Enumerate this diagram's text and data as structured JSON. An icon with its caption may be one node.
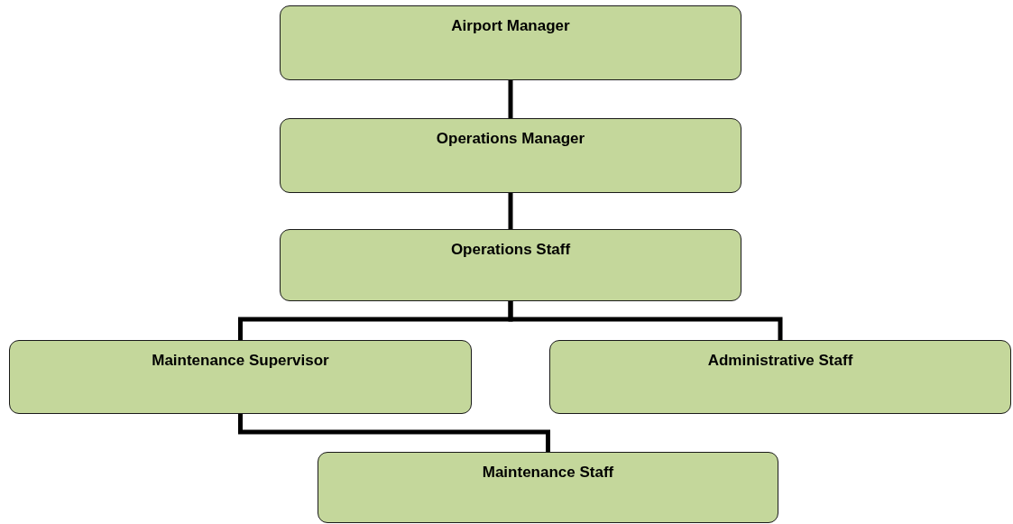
{
  "diagram": {
    "nodes": [
      {
        "text": [
          "Airport Manager"
        ]
      },
      {
        "text": [
          "Operations Manager"
        ]
      },
      {
        "text": [
          "Operations Staff"
        ]
      },
      {
        "text": [
          "Maintenance Supervisor"
        ]
      },
      {
        "text": [
          "Administrative Staff"
        ]
      },
      {
        "text": [
          "Maintenance Staff"
        ]
      }
    ],
    "edges": [
      {
        "from": 0,
        "to": 1,
        "arrow": "none"
      },
      {
        "from": 1,
        "to": 2,
        "arrow": "none"
      },
      {
        "from": 2,
        "to": 3,
        "arrow": "none"
      },
      {
        "from": 2,
        "to": 4,
        "arrow": "none"
      },
      {
        "from": 3,
        "to": 5,
        "arrow": "none"
      }
    ]
  }
}
